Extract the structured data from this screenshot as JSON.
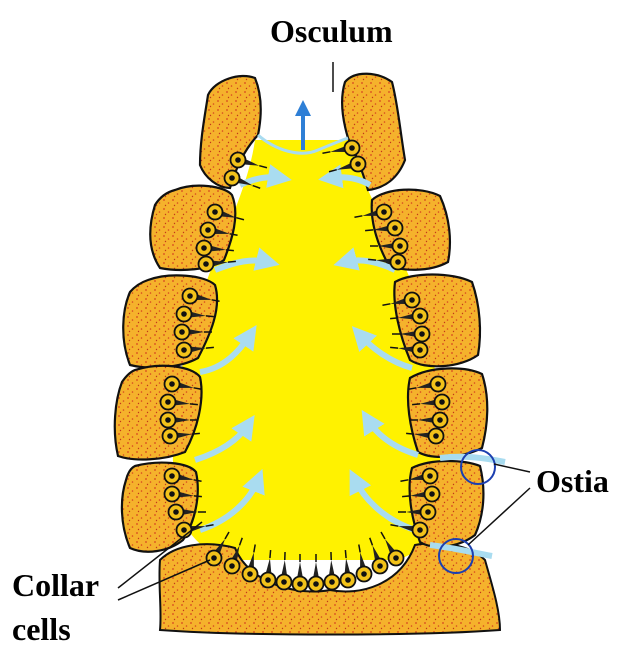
{
  "labels": {
    "osculum": "Osculum",
    "ostia": "Ostia",
    "collar_line1": "Collar",
    "collar_line2": "cells"
  },
  "colors": {
    "mesohyl": "#f5b22c",
    "mesohyl_dots": "#d6451f",
    "spongocoel": "#fff200",
    "outline": "#111111",
    "water_flow": "#a9dcf0",
    "osculum_arrow": "#2e7fd6",
    "collar_cell_fill": "#f2c21a",
    "ostia_circle": "#1c3fb0"
  },
  "icons": [
    "water-flow-arrow",
    "collar-cell",
    "ostium-highlight-circle"
  ]
}
